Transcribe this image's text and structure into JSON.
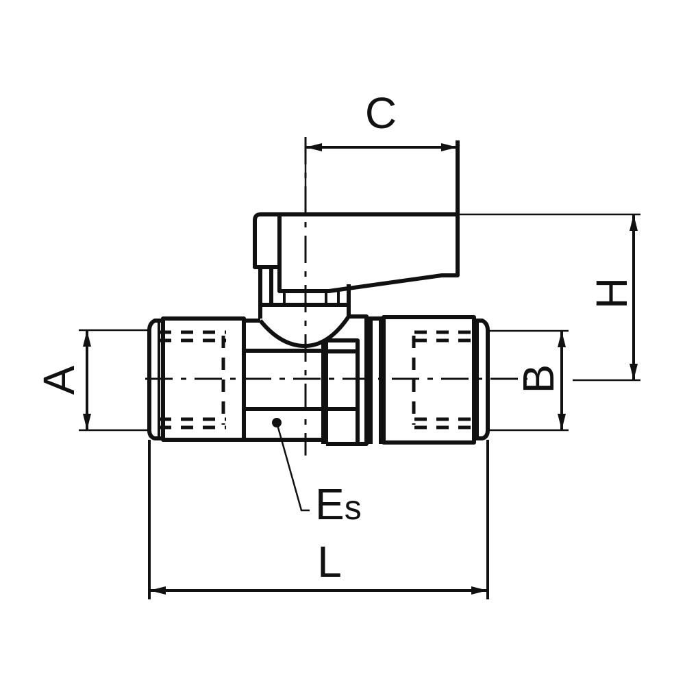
{
  "diagram": {
    "subject": "Mini ball valve technical drawing",
    "line_color": "#111111",
    "background": "#ffffff",
    "dimensions": {
      "A": {
        "label": "A",
        "meaning": "left thread diameter"
      },
      "B": {
        "label": "B",
        "meaning": "right thread diameter"
      },
      "C": {
        "label": "C",
        "meaning": "handle length"
      },
      "H": {
        "label": "H",
        "meaning": "height from axis to handle top"
      },
      "L": {
        "label": "L",
        "meaning": "overall length"
      },
      "Es": {
        "label": "E",
        "sub": "s",
        "meaning": "wrench flat"
      }
    }
  }
}
